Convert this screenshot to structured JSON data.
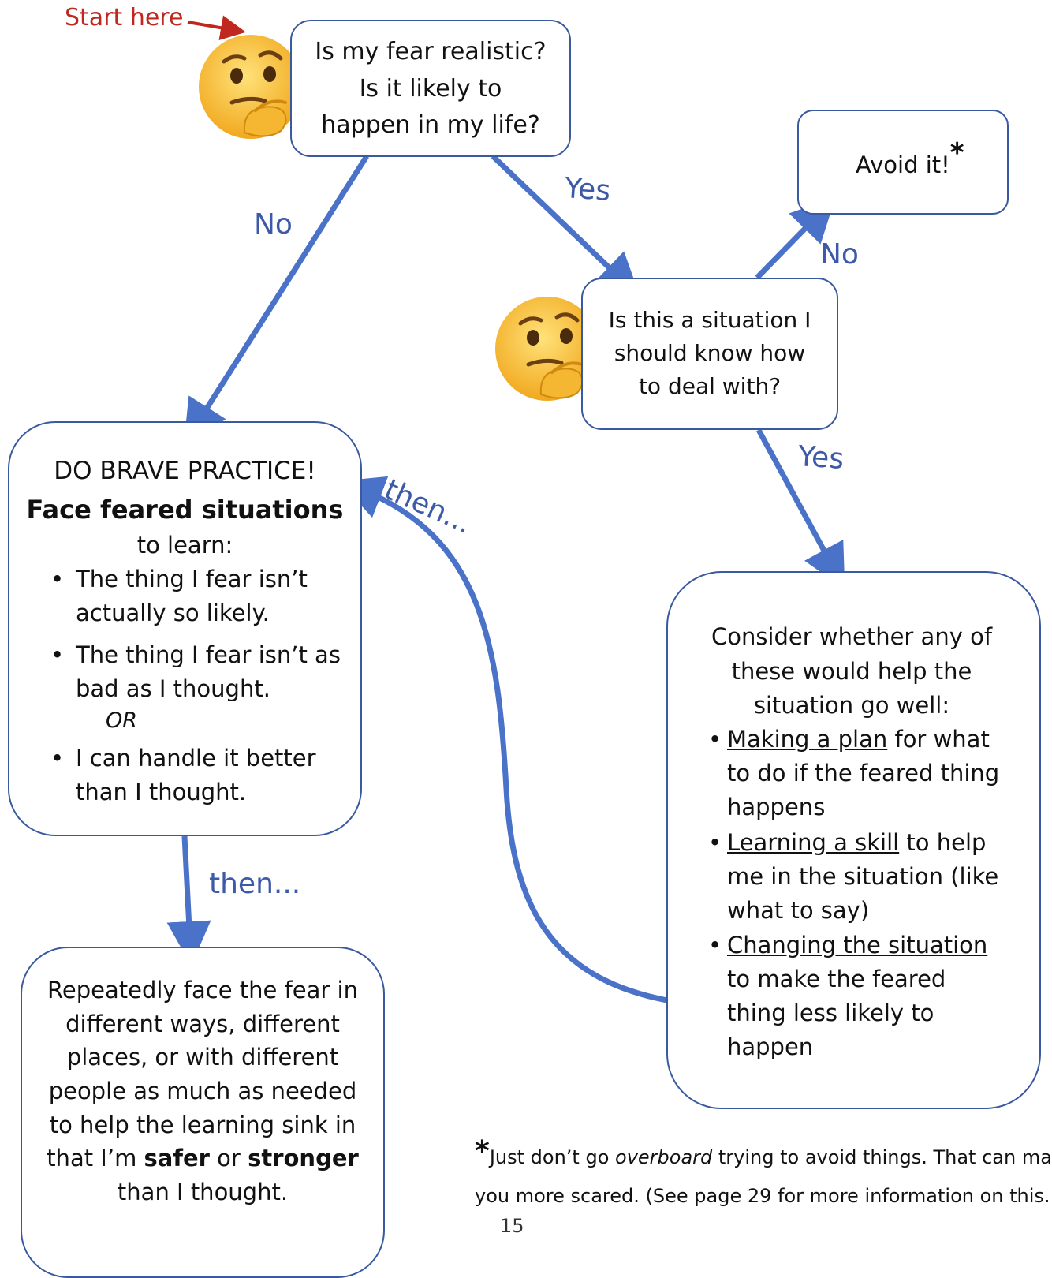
{
  "start_label": "Start here",
  "q1": {
    "line1": "Is my fear realistic?",
    "line2": "Is it likely to",
    "line3": "happen in my life?"
  },
  "q2": {
    "line1": "Is this a situation I",
    "line2": "should know how",
    "line3": "to deal with?"
  },
  "avoid": {
    "text": "Avoid it!",
    "mark": "*"
  },
  "edges": {
    "q1_no": "No",
    "q1_yes": "Yes",
    "q2_no": "No",
    "q2_yes": "Yes",
    "then_top": "then...",
    "then_bottom": "then..."
  },
  "brave": {
    "heading": "DO BRAVE PRACTICE!",
    "subheading": "Face feared situations",
    "intro": "to learn:",
    "bullet1": "The thing I fear isn’t actually so likely.",
    "bullet2": "The thing I fear isn’t as bad as I thought.",
    "or": "OR",
    "bullet3": "I can handle it better than I thought."
  },
  "repeat": {
    "line1": "Repeatedly face the fear in",
    "line2": "different ways, different",
    "line3": "places, or with different",
    "line4": "people as much as needed",
    "line5": "to help the learning sink in",
    "line6_a": "that I’m ",
    "line6_safer": "safer",
    "line6_or": " or ",
    "line6_stronger": "stronger",
    "line7": "than I thought."
  },
  "consider": {
    "intro_l1": "Consider whether any of",
    "intro_l2": "these would help the",
    "intro_l3": "situation go well:",
    "b1_u": "Making a plan",
    "b1_rest": " for what to do if the feared thing happens",
    "b2_u": "Learning a skill",
    "b2_rest": " to help me in the situation (like what to say)",
    "b3_u": "Changing the situation",
    "b3_rest": " to make the feared thing less likely to happen"
  },
  "footnote": {
    "mark": "*",
    "a": "Just don’t go ",
    "em": "overboard",
    "b": " trying to avoid things. That can ma",
    "line2": "you more scared. (See page 29 for more information on this."
  },
  "page_number": "15",
  "icons": {
    "thinking_face": "thinking-face-icon"
  },
  "colors": {
    "arrow": "#4a72c8",
    "box_border": "#3a5a9f",
    "label": "#3d5aa8",
    "start": "#c0281f"
  }
}
